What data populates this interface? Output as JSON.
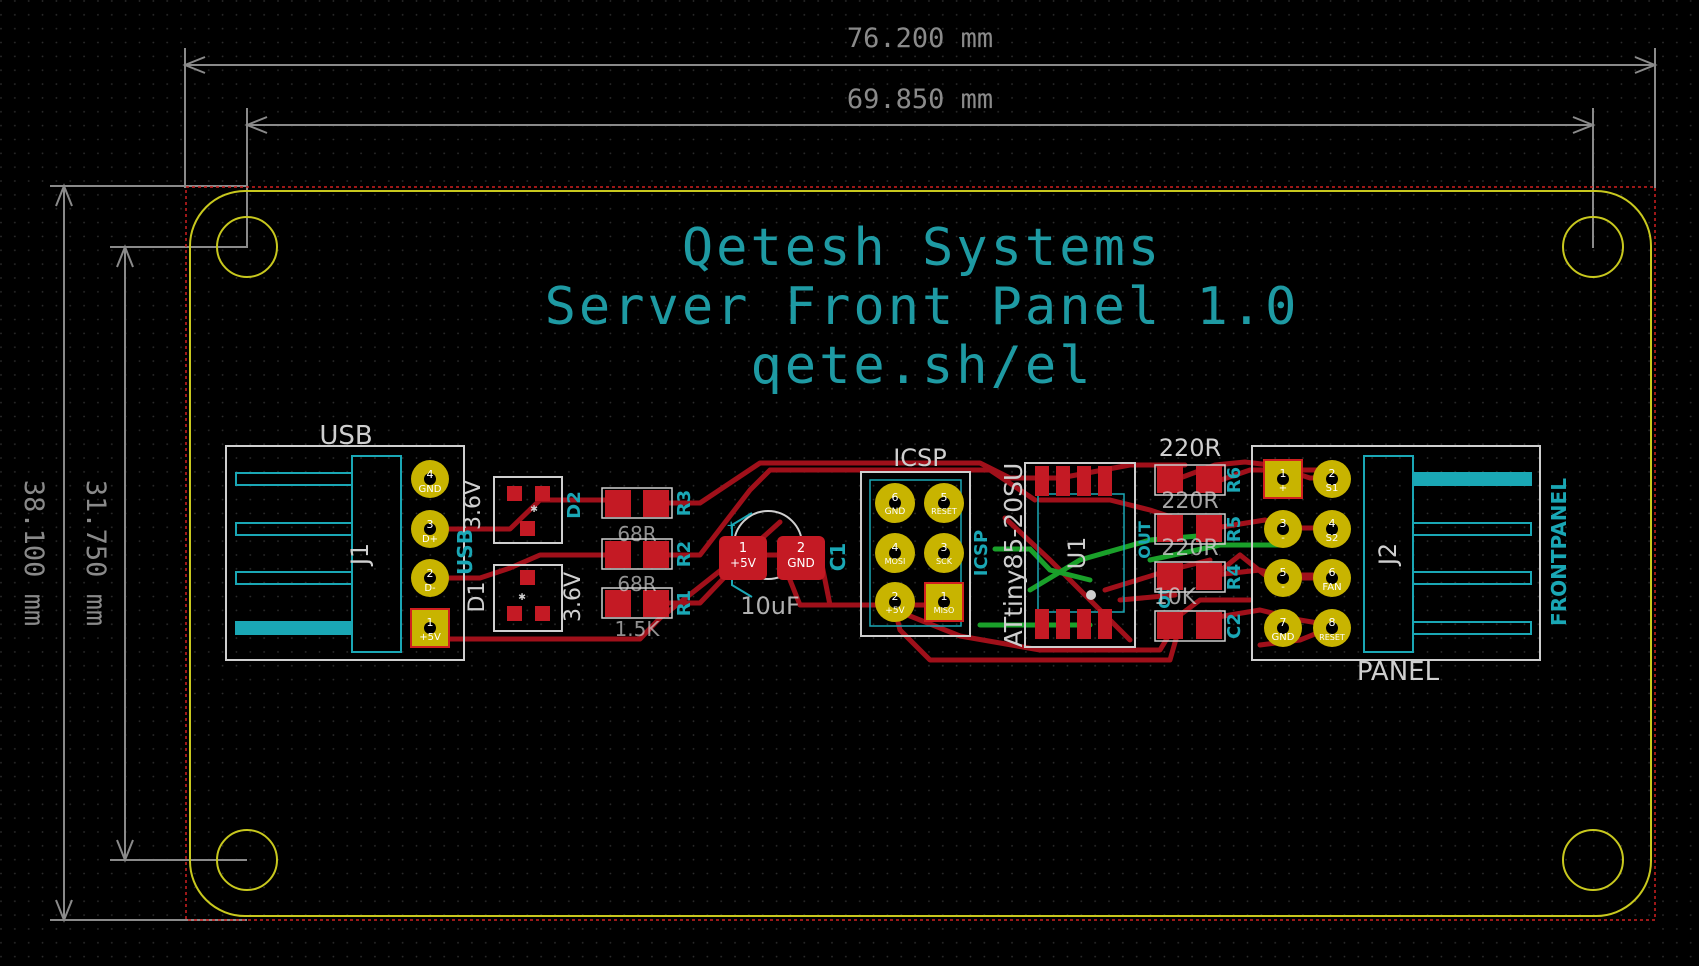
{
  "dimensions": {
    "overall_width": "76.200 mm",
    "hole_spacing_x": "69.850 mm",
    "overall_height": "38.100 mm",
    "hole_spacing_y": "31.750 mm"
  },
  "title": {
    "line1": "Qetesh Systems",
    "line2": "Server Front Panel 1.0",
    "line3": "qete.sh/el"
  },
  "components": {
    "usb_label": "USB",
    "j1_ref": "J1",
    "j1_fab": "USB",
    "j1_pins": [
      "GND",
      "D+",
      "D-",
      "+5V"
    ],
    "j1_pin_numbers": [
      "4",
      "3",
      "2",
      "1"
    ],
    "d2_ref": "D2",
    "d2_value": "3.6V",
    "d1_ref": "D1",
    "d1_value": "3.6V",
    "r3_ref": "R3",
    "r2_ref": "R2",
    "r1_ref": "R1",
    "r_value_68": "68R",
    "r_value_1k": "1.5K",
    "c1_ref": "C1",
    "c1_value": "10uF",
    "c1_pin1": "+5V",
    "c1_pin2": "GND",
    "icsp_ref": "ICSP",
    "icsp_fab": "ICSP",
    "icsp_pins": [
      "GND",
      "RESET",
      "MOSI",
      "SCK",
      "+5V",
      "MISO"
    ],
    "icsp_pin_numbers": [
      "6",
      "5",
      "4",
      "3",
      "2",
      "1"
    ],
    "u1_ref": "U1",
    "u1_value": "ATtiny85-20SU",
    "r_value_220": "220R",
    "r_value_10k": "10K",
    "r4_ref": "R4",
    "r5_ref": "R5",
    "r6_ref": "R6",
    "c2_ref": "C2",
    "out_label_a": "OUT",
    "out_label_b": "OUT",
    "j2_ref": "J2",
    "j2_fab": "FRONTPANEL",
    "panel_label": "PANEL",
    "j2_pins": [
      "+",
      "S1",
      "-",
      "S2",
      "-",
      "FAN",
      "GND",
      "RESET"
    ],
    "j2_pin_numbers": [
      "1",
      "2",
      "3",
      "4",
      "5",
      "6",
      "7",
      "8"
    ]
  },
  "colors": {
    "background": "#000000",
    "edge_cuts": "#c8c81e",
    "copper_front": "#a0101a",
    "copper_back": "#1aa02a",
    "pad_front": "#c41a24",
    "through_hole": "#c8b400",
    "silkscreen": "#e8e8e8",
    "fabrication": "#1aa7b5",
    "dimension": "#8a8a8a",
    "courtyard": "#e02020"
  }
}
